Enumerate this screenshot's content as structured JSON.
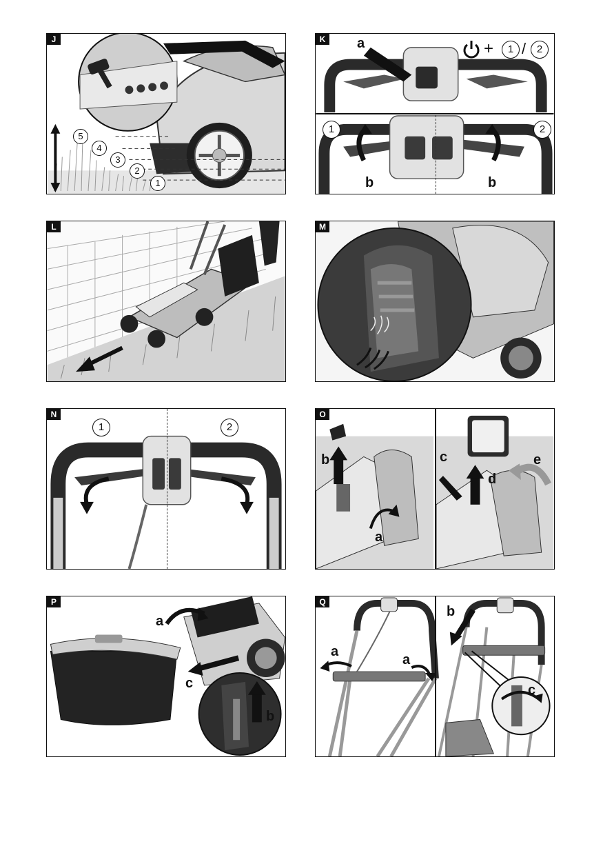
{
  "panels": [
    {
      "id": "J",
      "label": "J",
      "heights": [
        "5",
        "4",
        "3",
        "2",
        "1"
      ]
    },
    {
      "id": "K",
      "label": "K",
      "callouts": [
        "a",
        "b",
        "b"
      ],
      "positions": [
        "1",
        "2"
      ],
      "power_combo": {
        "plus": "+",
        "slash": "/",
        "one": "1",
        "two": "2"
      }
    },
    {
      "id": "L",
      "label": "L"
    },
    {
      "id": "M",
      "label": "M"
    },
    {
      "id": "N",
      "label": "N",
      "positions": [
        "1",
        "2"
      ]
    },
    {
      "id": "O",
      "label": "O",
      "callouts": [
        "b",
        "a",
        "c",
        "d",
        "e"
      ]
    },
    {
      "id": "P",
      "label": "P",
      "callouts": [
        "a",
        "c",
        "b"
      ]
    },
    {
      "id": "Q",
      "label": "Q",
      "callouts": [
        "a",
        "a",
        "b",
        "c"
      ]
    }
  ],
  "icons": {
    "power": "power-icon",
    "arrow": "arrow-icon",
    "rotate": "rotate-arrow-icon"
  },
  "colors": {
    "ink": "#111111",
    "mid": "#8a8a8a",
    "light": "#d6d6d6",
    "dark": "#3a3a3a"
  }
}
